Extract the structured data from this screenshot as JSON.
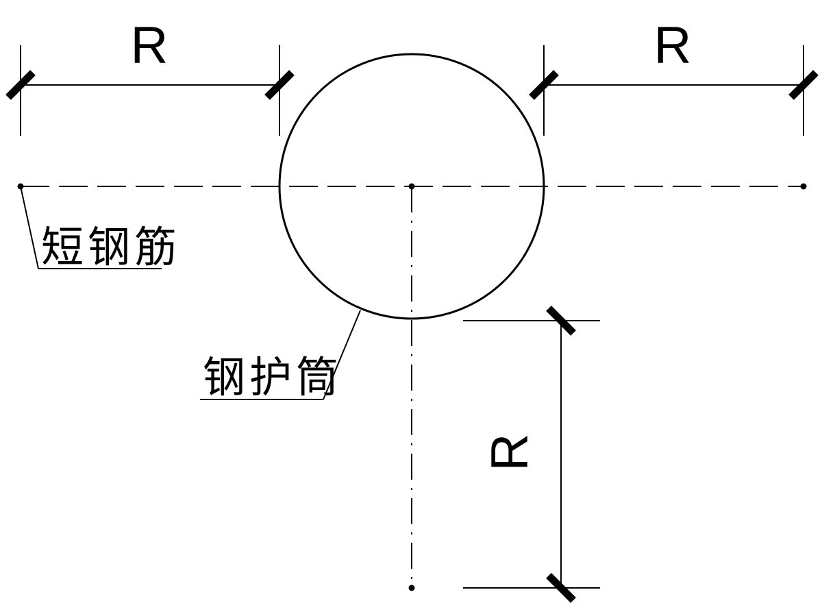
{
  "dimension_label_top_left": "R",
  "dimension_label_top_right": "R",
  "dimension_label_vertical": "R",
  "callout_short_rebar": "短钢筋",
  "callout_steel_casing": "钢护筒"
}
